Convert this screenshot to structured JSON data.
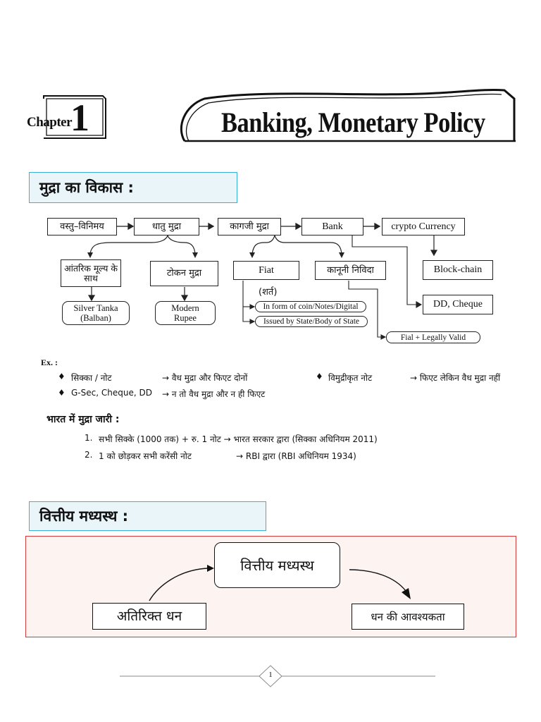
{
  "chapter": {
    "word": "Chapter",
    "number": "1",
    "title": "Banking, Monetary Policy"
  },
  "section1": {
    "heading": "मुद्रा का विकास :",
    "flow": {
      "top": [
        "वस्तु–विनिमय",
        "धातु मुद्रा",
        "कागजी मुद्रा",
        "Bank",
        "crypto Currency"
      ],
      "metal_children": [
        "आंतरिक मूल्य के साथ",
        "टोकन मुद्रा"
      ],
      "paper_children": [
        "Fiat",
        "कानूनी निविदा"
      ],
      "metal_examples": [
        "Silver Tanka (Balban)",
        "Modern Rupee"
      ],
      "condition_label": "(शर्त)",
      "conditions": [
        "In form of coin/Notes/Digital",
        "Issued by State/Body of State"
      ],
      "blockchain": "Block-chain",
      "dd_cheque": "DD, Cheque",
      "fial_valid": "Fial + Legally Valid"
    },
    "examples": {
      "label": "Ex. :",
      "items": [
        {
          "term": "सिक्का / नोट",
          "result": "→ वैध मुद्रा और फिएट दोनों"
        },
        {
          "term": "विमुद्रीकृत नोट",
          "result": "→ फिएट लेकिन वैध मुद्रा नहीं"
        },
        {
          "term": "G-Sec, Cheque, DD",
          "result": "→ न तो वैध मुद्रा और न ही फिएट"
        }
      ]
    },
    "issuance": {
      "heading": "भारत में मुद्रा जारी :",
      "items": [
        {
          "num": "1.",
          "text": "सभी सिक्के (1000 तक) + रु. 1 नोट → भारत सरकार द्वारा (सिक्का अधिनियम 2011)"
        },
        {
          "num": "2.",
          "text": "1 को छोड़कर सभी करेंसी नोट",
          "result": "→ RBI द्वारा (RBI अधिनियम 1934)"
        }
      ]
    }
  },
  "section2": {
    "heading": "वित्तीय मध्यस्थ :",
    "diagram": {
      "center": "वित्तीय मध्यस्थ",
      "left": "अतिरिक्त धन",
      "right": "धन की आवश्यकता"
    }
  },
  "footer": {
    "page_number": "1"
  },
  "colors": {
    "accent_border": "#3ab0d6",
    "header_fill": "#eaf5fa",
    "diagram_border": "#d33a3a",
    "diagram_fill": "#fdf3f1"
  }
}
